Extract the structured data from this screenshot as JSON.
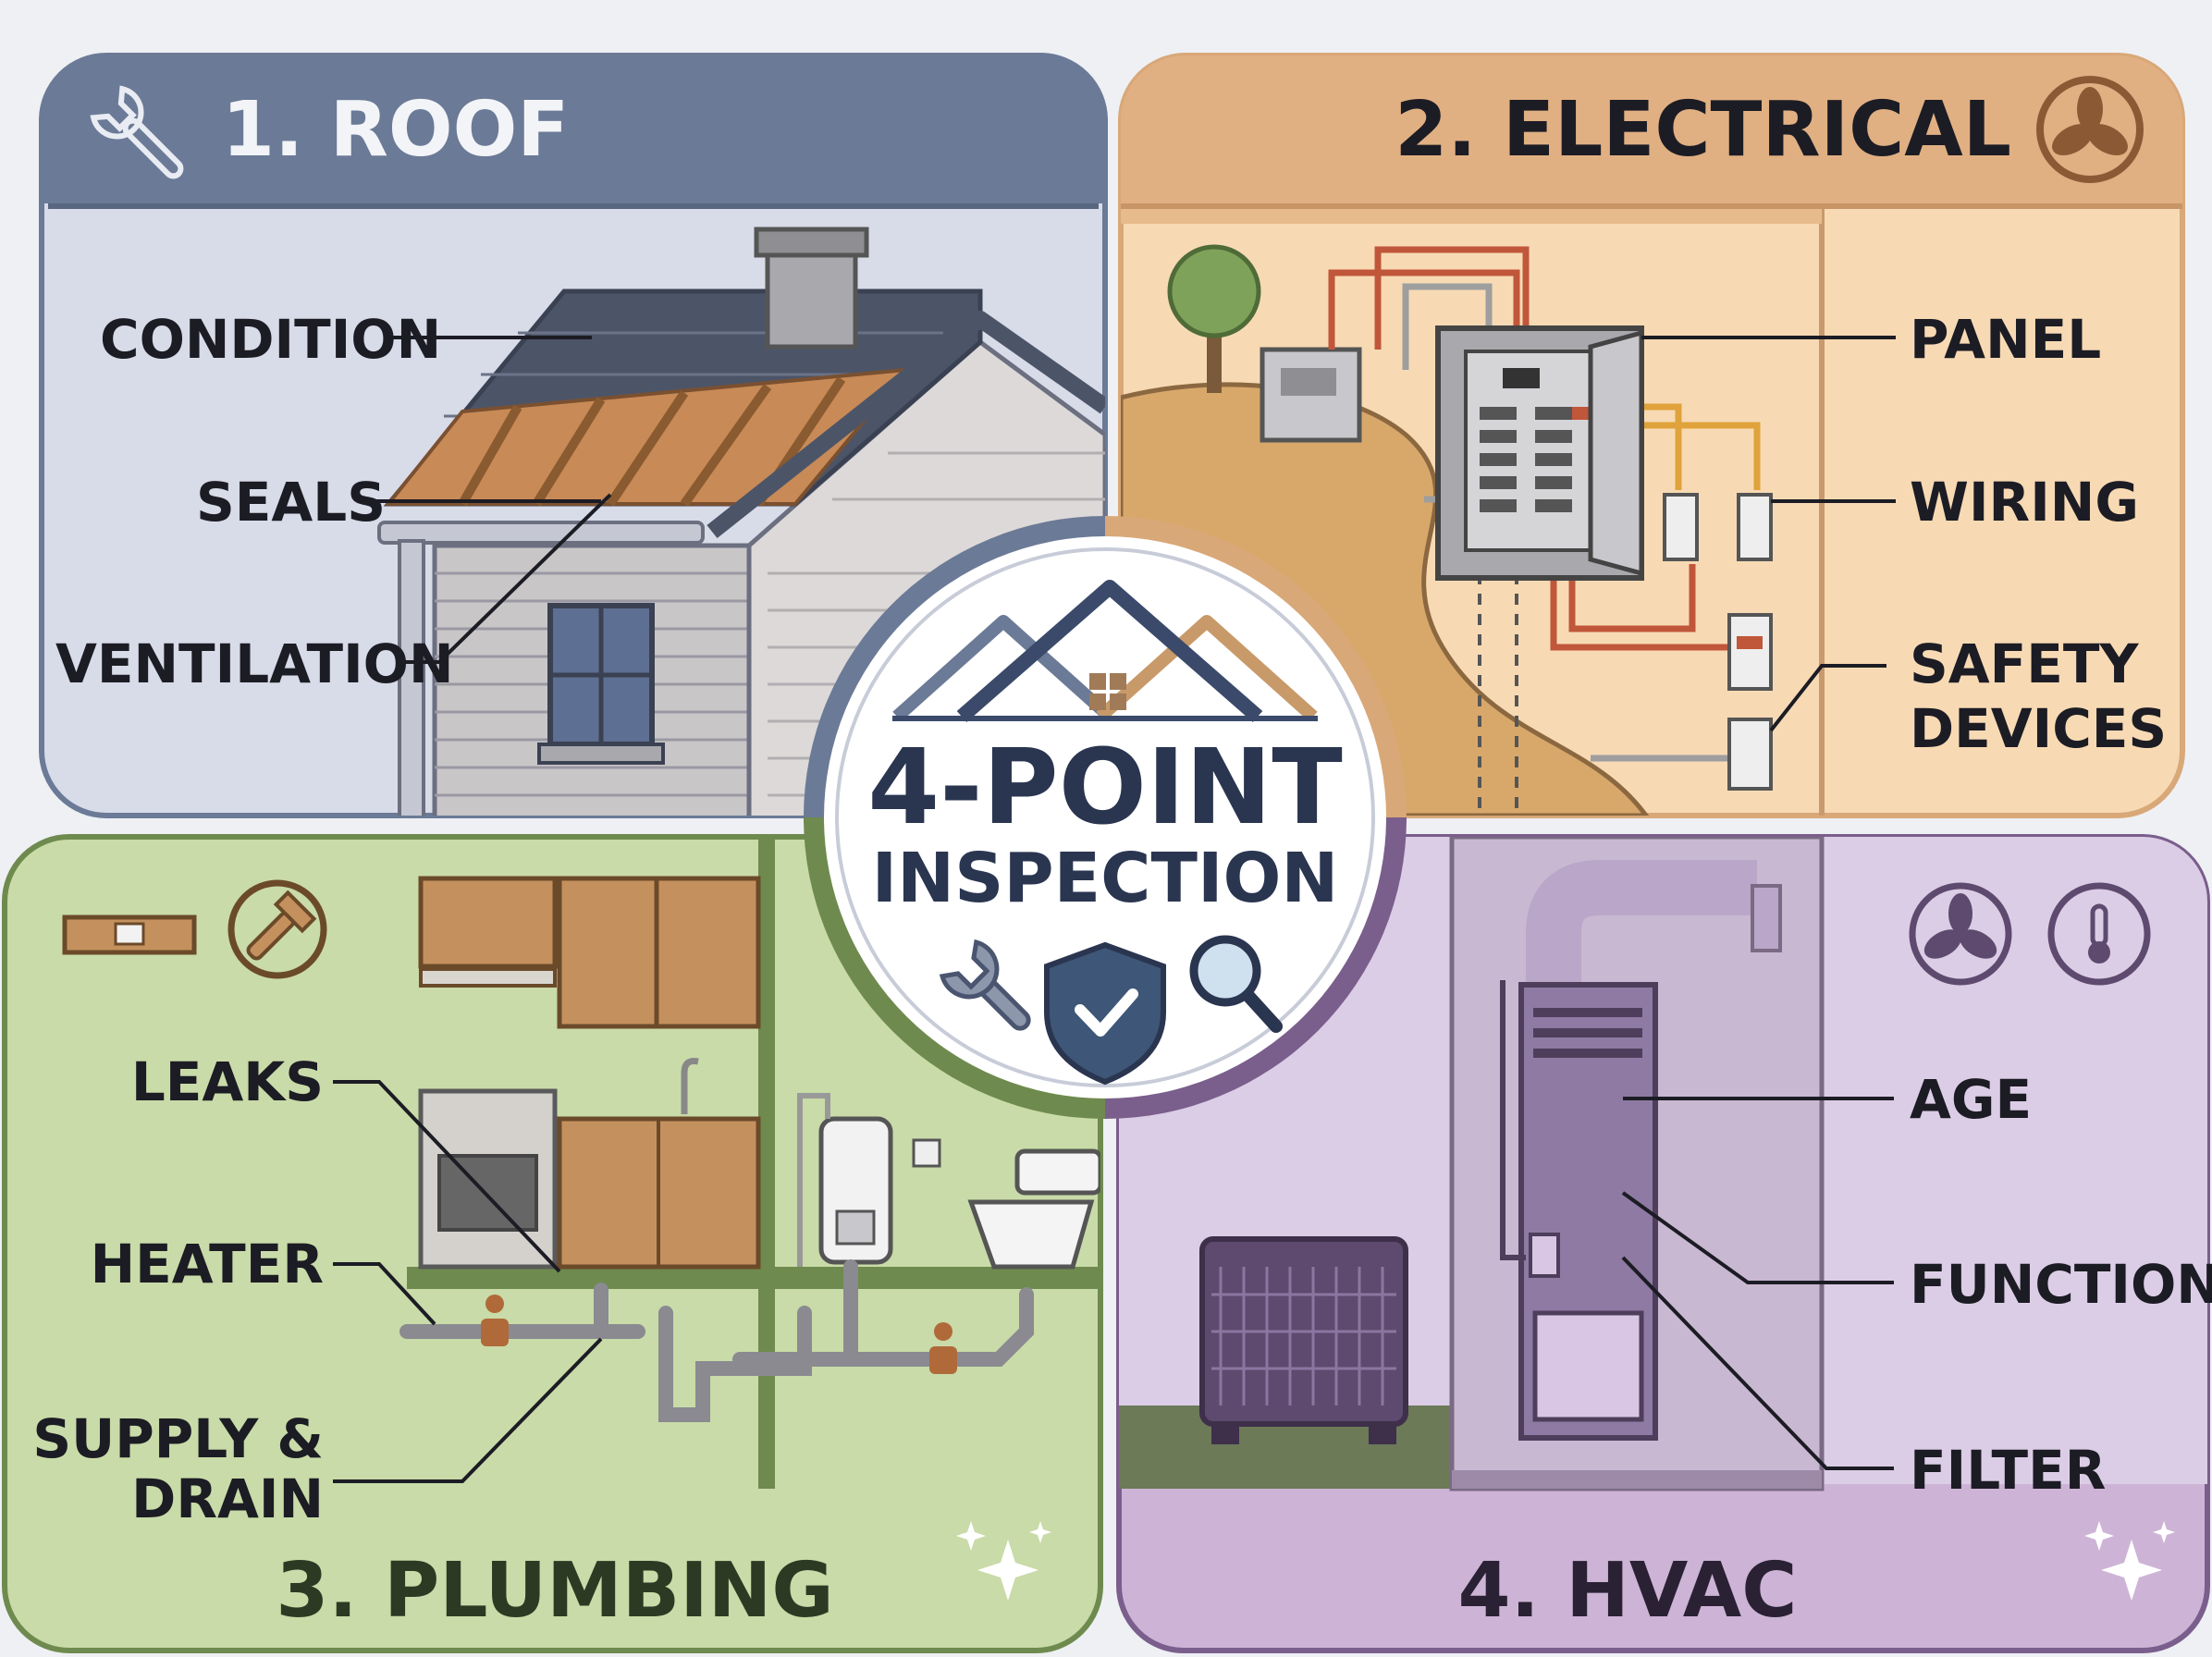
{
  "center": {
    "title_line1": "4-POINT",
    "title_line2": "INSPECTION"
  },
  "quadrants": {
    "roof": {
      "title": "1. ROOF",
      "labels": [
        "CONDITION",
        "SEALS",
        "VENTILATION"
      ]
    },
    "electrical": {
      "title": "2. ELECTRICAL",
      "labels": [
        "PANEL",
        "WIRING",
        "SAFETY",
        "DEVICES"
      ]
    },
    "plumbing": {
      "title": "3. PLUMBING",
      "labels": [
        "LEAKS",
        "HEATER",
        "SUPPLY &",
        "DRAIN"
      ]
    },
    "hvac": {
      "title": "4. HVAC",
      "labels": [
        "AGE",
        "FUNCTION",
        "FILTER"
      ]
    }
  },
  "colors": {
    "roof_header": "#6b7a96",
    "roof_panel": "#d6d9e6",
    "electrical_header": "#d9a878",
    "electrical_panel": "#f6d7b0",
    "plumbing_panel": "#c9dba8",
    "plumbing_border": "#6f8a4e",
    "hvac_panel": "#cdb4d6",
    "hvac_border": "#7a5e8c",
    "text_dark": "#1c1c24",
    "navy": "#2a3550"
  },
  "icons": [
    "wrench-icon",
    "fan-icon",
    "level-icon",
    "pipe-wrench-icon",
    "thermometer-icon",
    "shield-check-icon",
    "magnifier-icon",
    "sparkle-icon"
  ]
}
